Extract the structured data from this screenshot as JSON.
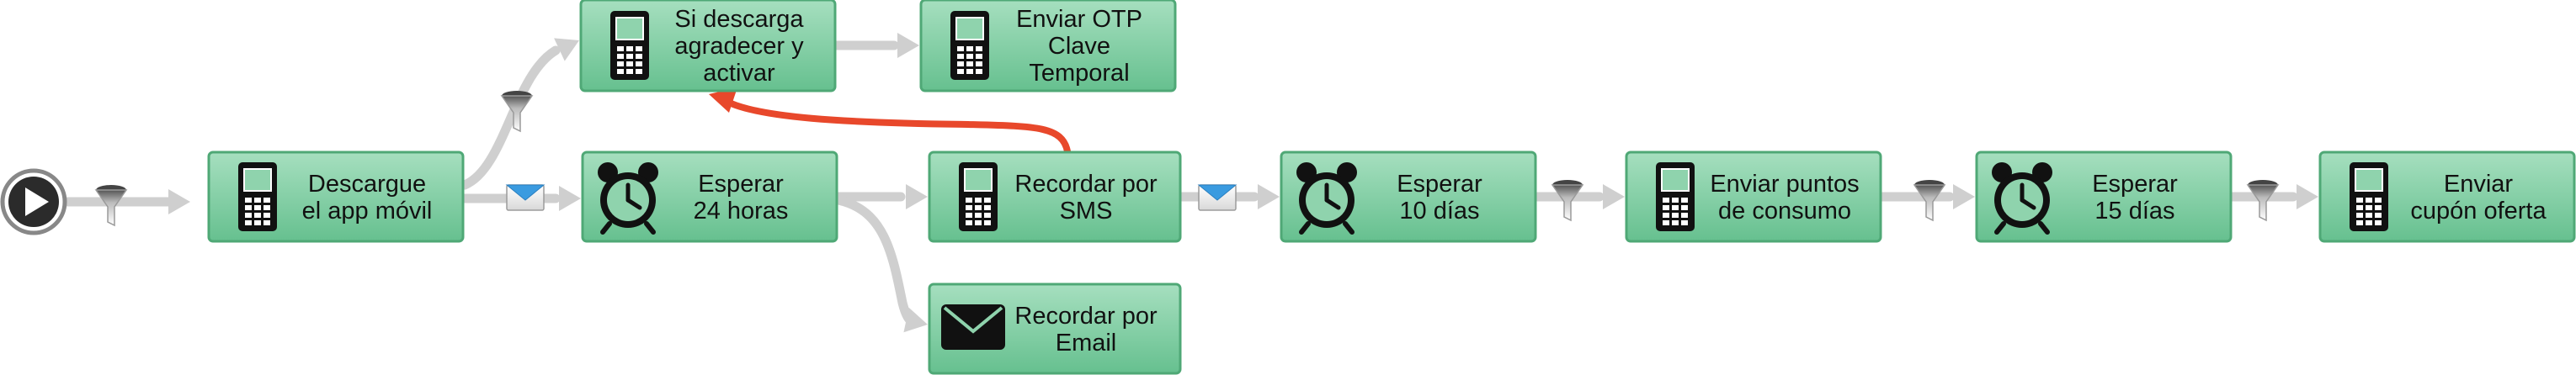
{
  "diagram": {
    "colors": {
      "node_fill_top": "#a6dfbf",
      "node_fill_bottom": "#66c08f",
      "node_border": "#4fa876",
      "connector": "#cfcfcf",
      "return_arrow": "#e8482b",
      "envelope_blue": "#3a9be0"
    },
    "start": {
      "icon": "play-icon"
    },
    "nodes": [
      {
        "id": "descargue",
        "icon": "mobile-phone-icon",
        "lines": [
          "Descargue",
          "el app móvil"
        ]
      },
      {
        "id": "si-descarga",
        "icon": "mobile-phone-icon",
        "lines": [
          "Si descarga",
          "agradecer y",
          "activar"
        ]
      },
      {
        "id": "enviar-otp",
        "icon": "mobile-phone-icon",
        "lines": [
          "Enviar OTP",
          "Clave",
          "Temporal"
        ]
      },
      {
        "id": "esperar-24",
        "icon": "alarm-clock-icon",
        "lines": [
          "Esperar",
          "24 horas"
        ]
      },
      {
        "id": "recordar-sms",
        "icon": "mobile-phone-icon",
        "lines": [
          "Recordar por",
          "SMS"
        ]
      },
      {
        "id": "recordar-email",
        "icon": "envelope-icon",
        "lines": [
          "Recordar por",
          "Email"
        ]
      },
      {
        "id": "esperar-10",
        "icon": "alarm-clock-icon",
        "lines": [
          "Esperar",
          "10 días"
        ]
      },
      {
        "id": "enviar-puntos",
        "icon": "mobile-phone-icon",
        "lines": [
          "Enviar puntos",
          "de consumo"
        ]
      },
      {
        "id": "esperar-15",
        "icon": "alarm-clock-icon",
        "lines": [
          "Esperar",
          "15 días"
        ]
      },
      {
        "id": "enviar-cupon",
        "icon": "mobile-phone-icon",
        "lines": [
          "Enviar",
          "cupón oferta"
        ]
      }
    ],
    "connectors": [
      {
        "from": "start",
        "to": "descargue",
        "badge": "filter-icon"
      },
      {
        "from": "descargue",
        "to": "si-descarga",
        "badge": "filter-icon"
      },
      {
        "from": "descargue",
        "to": "esperar-24",
        "badge": "email-trigger-icon"
      },
      {
        "from": "si-descarga",
        "to": "enviar-otp",
        "badge": ""
      },
      {
        "from": "esperar-24",
        "to": "recordar-sms",
        "badge": ""
      },
      {
        "from": "esperar-24",
        "to": "recordar-email",
        "badge": ""
      },
      {
        "from": "recordar-sms",
        "to": "esperar-10",
        "badge": "email-trigger-icon"
      },
      {
        "from": "esperar-10",
        "to": "enviar-puntos",
        "badge": "filter-icon"
      },
      {
        "from": "enviar-puntos",
        "to": "esperar-15",
        "badge": "filter-icon"
      },
      {
        "from": "esperar-15",
        "to": "enviar-cupon",
        "badge": "filter-icon"
      }
    ],
    "return_path": {
      "from": "recordar-sms",
      "to": "si-descarga"
    }
  }
}
